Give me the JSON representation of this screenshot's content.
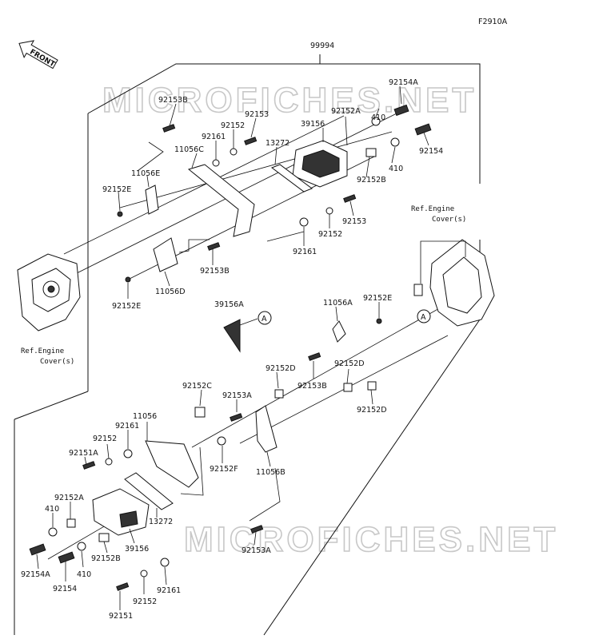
{
  "figure_code": "F2910A",
  "front_label": "FRONT",
  "assembly_number": "99994",
  "watermark": "MICROFICHES.NET",
  "ref_engine_cover_left": [
    "Ref.Engine",
    "Cover(s)"
  ],
  "ref_engine_cover_right": [
    "Ref.Engine",
    "Cover(s)"
  ],
  "circle_marker": "A",
  "labels": {
    "p92154A_top": "92154A",
    "p92153B_top": "92153B",
    "p92153": "92153",
    "p92152": "92152",
    "p92152A_top": "92152A",
    "p410_top1": "410",
    "p39156": "39156",
    "p92161_top": "92161",
    "p11056C": "11056C",
    "p13272_top": "13272",
    "p92154_top": "92154",
    "p410_top2": "410",
    "p92152B_top": "92152B",
    "p11056E": "11056E",
    "p92152E_l": "92152E",
    "p92153_mid": "92153",
    "p92152_mid": "92152",
    "p92161_mid": "92161",
    "p92153B_mid": "92153B",
    "p11056D": "11056D",
    "p92152E_low": "92152E",
    "p39156A": "39156A",
    "p11056A": "11056A",
    "p92152E_r": "92152E",
    "p92152D_a": "92152D",
    "p92152D_b": "92152D",
    "p92153B_low": "92153B",
    "p92152C": "92152C",
    "p92153A_mid": "92153A",
    "p92152D_c": "92152D",
    "p11056": "11056",
    "p92161_low": "92161",
    "p92152_low": "92152",
    "p92151A": "92151A",
    "p92152F": "92152F",
    "p11056B": "11056B",
    "p92152A_low": "92152A",
    "p410_low1": "410",
    "p13272_low": "13272",
    "p39156_low": "39156",
    "p92152B_low": "92152B",
    "p92154A_low": "92154A",
    "p410_low2": "410",
    "p92154_low": "92154",
    "p92161_bot": "92161",
    "p92152_bot": "92152",
    "p92151": "92151",
    "p92153A_bot": "92153A"
  }
}
